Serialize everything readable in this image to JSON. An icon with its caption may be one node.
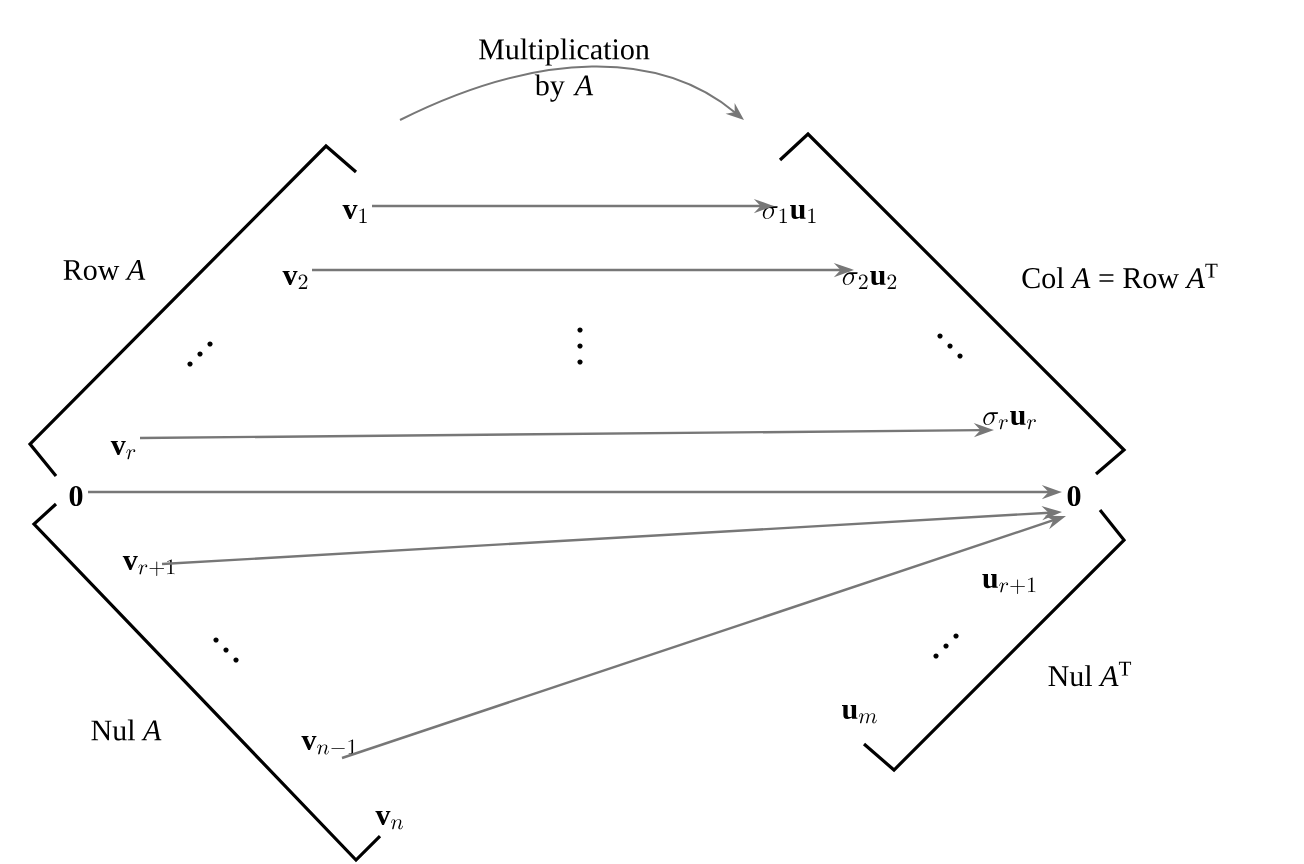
{
  "diagram": {
    "nodes": [
      {
        "text": [
          "\\mathbf{v}_{1}"
        ]
      },
      {
        "text": [
          "\\mathbf{v}_{2}"
        ]
      },
      {
        "text": [
          "\\mathbf{v}_{r}"
        ]
      },
      {
        "text": [
          "\\mathbf{0}"
        ]
      },
      {
        "text": [
          "\\mathbf{v}_{r+1}"
        ]
      },
      {
        "text": [
          "\\mathbf{v}_{n-1}"
        ]
      },
      {
        "text": [
          "\\mathbf{v}_{n}"
        ]
      },
      {
        "text": [
          "\\sigma_{1}\\mathbf{u}_{1}"
        ]
      },
      {
        "text": [
          "\\sigma_{2}\\mathbf{u}_{2}"
        ]
      },
      {
        "text": [
          "\\sigma_{r}\\mathbf{u}_{r}"
        ]
      },
      {
        "text": [
          "\\mathbf{0}"
        ]
      },
      {
        "text": [
          "\\mathbf{u}_{r+1}"
        ]
      },
      {
        "text": [
          "\\mathbf{u}_{m}"
        ]
      }
    ],
    "edges": [
      {
        "from": 0,
        "to": 7,
        "arrow": "to"
      },
      {
        "from": 1,
        "to": 8,
        "arrow": "to"
      },
      {
        "from": 2,
        "to": 9,
        "arrow": "to"
      },
      {
        "from": 3,
        "to": 10,
        "arrow": "to"
      },
      {
        "from": 4,
        "to": 10,
        "arrow": "to"
      },
      {
        "from": 5,
        "to": 10,
        "arrow": "to"
      }
    ],
    "labels": [
      "Multiplication by *A*",
      "Row *A*",
      "Col *A* = Row *A*$^{T}$",
      "Nul *A*",
      "Nul *A*$^{T}$"
    ]
  }
}
